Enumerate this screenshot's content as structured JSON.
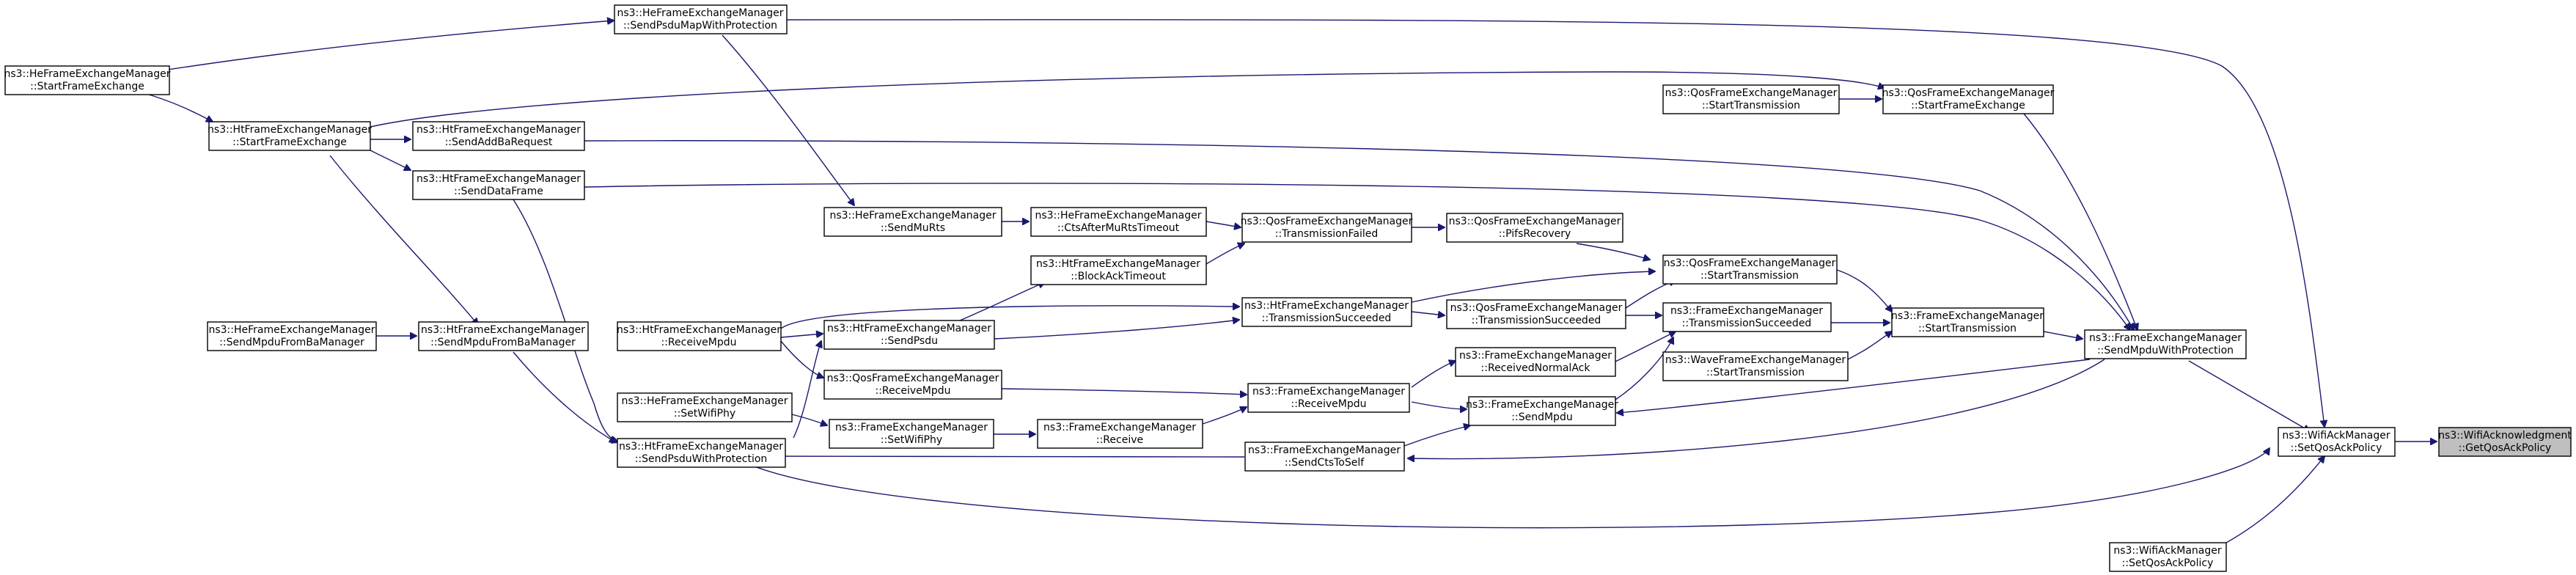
{
  "nodes": {
    "n_root": [
      "ns3::WifiAcknowledgment",
      "::GetQosAckPolicy"
    ],
    "n_wam_set": [
      "ns3::WifiAckManager",
      "::SetQosAckPolicy"
    ],
    "n_wam_set2": [
      "ns3::WifiAckManager",
      "::SetQosAckPolicy"
    ],
    "n_fem_smwp": [
      "ns3::FrameExchangeManager",
      "::SendMpduWithProtection"
    ],
    "n_fem_st": [
      "ns3::FrameExchangeManager",
      "::StartTransmission"
    ],
    "n_qos_sfe": [
      "ns3::QosFrameExchangeManager",
      "::StartFrameExchange"
    ],
    "n_qos_st_left": [
      "ns3::QosFrameExchangeManager",
      "::StartTransmission"
    ],
    "n_he_spmwp": [
      "ns3::HeFrameExchangeManager",
      "::SendPsduMapWithProtection"
    ],
    "n_he_sfe": [
      "ns3::HeFrameExchangeManager",
      "::StartFrameExchange"
    ],
    "n_ht_sfe": [
      "ns3::HtFrameExchangeManager",
      "::StartFrameExchange"
    ],
    "n_ht_saddba": [
      "ns3::HtFrameExchangeManager",
      "::SendAddBaRequest"
    ],
    "n_ht_sdf": [
      "ns3::HtFrameExchangeManager",
      "::SendDataFrame"
    ],
    "n_he_smurts": [
      "ns3::HeFrameExchangeManager",
      "::SendMuRts"
    ],
    "n_he_cts_to": [
      "ns3::HeFrameExchangeManager",
      "::CtsAfterMuRtsTimeout"
    ],
    "n_qos_tf": [
      "ns3::QosFrameExchangeManager",
      "::TransmissionFailed"
    ],
    "n_qos_pifs": [
      "ns3::QosFrameExchangeManager",
      "::PifsRecovery"
    ],
    "n_ht_bat": [
      "ns3::HtFrameExchangeManager",
      "::BlockAckTimeout"
    ],
    "n_qos_st_mid": [
      "ns3::QosFrameExchangeManager",
      "::StartTransmission"
    ],
    "n_ht_ts": [
      "ns3::HtFrameExchangeManager",
      "::TransmissionSucceeded"
    ],
    "n_qos_ts": [
      "ns3::QosFrameExchangeManager",
      "::TransmissionSucceeded"
    ],
    "n_fem_ts": [
      "ns3::FrameExchangeManager",
      "::TransmissionSucceeded"
    ],
    "n_wave_st": [
      "ns3::WaveFrameExchangeManager",
      "::StartTransmission"
    ],
    "n_ht_rmpdu": [
      "ns3::HtFrameExchangeManager",
      "::ReceiveMpdu"
    ],
    "n_ht_spsdu": [
      "ns3::HtFrameExchangeManager",
      "::SendPsdu"
    ],
    "n_fem_rna": [
      "ns3::FrameExchangeManager",
      "::ReceivedNormalAck"
    ],
    "n_he_smfbm": [
      "ns3::HeFrameExchangeManager",
      "::SendMpduFromBaManager"
    ],
    "n_ht_smfbm": [
      "ns3::HtFrameExchangeManager",
      "::SendMpduFromBaManager"
    ],
    "n_qos_rmpdu": [
      "ns3::QosFrameExchangeManager",
      "::ReceiveMpdu"
    ],
    "n_fem_rmpdu": [
      "ns3::FrameExchangeManager",
      "::ReceiveMpdu"
    ],
    "n_fem_smpdu": [
      "ns3::FrameExchangeManager",
      "::SendMpdu"
    ],
    "n_he_swp": [
      "ns3::HeFrameExchangeManager",
      "::SetWifiPhy"
    ],
    "n_fem_swp": [
      "ns3::FrameExchangeManager",
      "::SetWifiPhy"
    ],
    "n_fem_recv": [
      "ns3::FrameExchangeManager",
      "::Receive"
    ],
    "n_ht_spwp": [
      "ns3::HtFrameExchangeManager",
      "::SendPsduWithProtection"
    ],
    "n_fem_scts": [
      "ns3::FrameExchangeManager",
      "::SendCtsToSelf"
    ]
  }
}
